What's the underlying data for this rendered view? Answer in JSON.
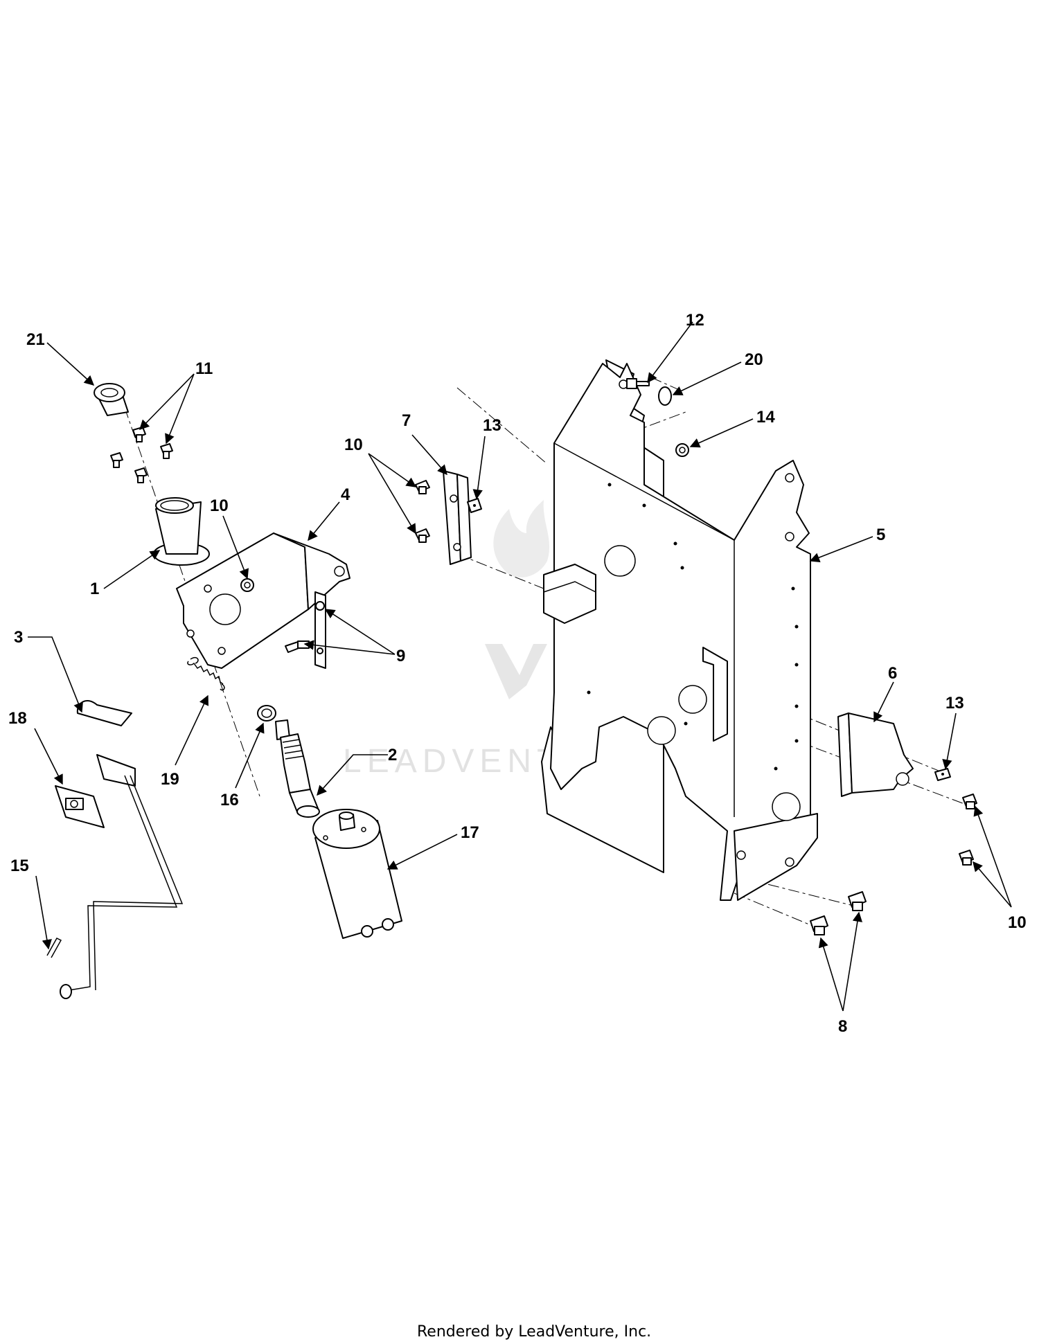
{
  "watermark": "LEADVENTURE",
  "footer": "Rendered by LeadVenture, Inc.",
  "callouts": {
    "c1": "1",
    "c2": "2",
    "c3": "3",
    "c4": "4",
    "c5": "5",
    "c6": "6",
    "c7": "7",
    "c8": "8",
    "c9": "9",
    "c10a": "10",
    "c10b": "10",
    "c10c": "10",
    "c11": "11",
    "c12": "12",
    "c13a": "13",
    "c13b": "13",
    "c14": "14",
    "c15": "15",
    "c16": "16",
    "c17": "17",
    "c18": "18",
    "c19": "19",
    "c20": "20",
    "c21": "21"
  }
}
